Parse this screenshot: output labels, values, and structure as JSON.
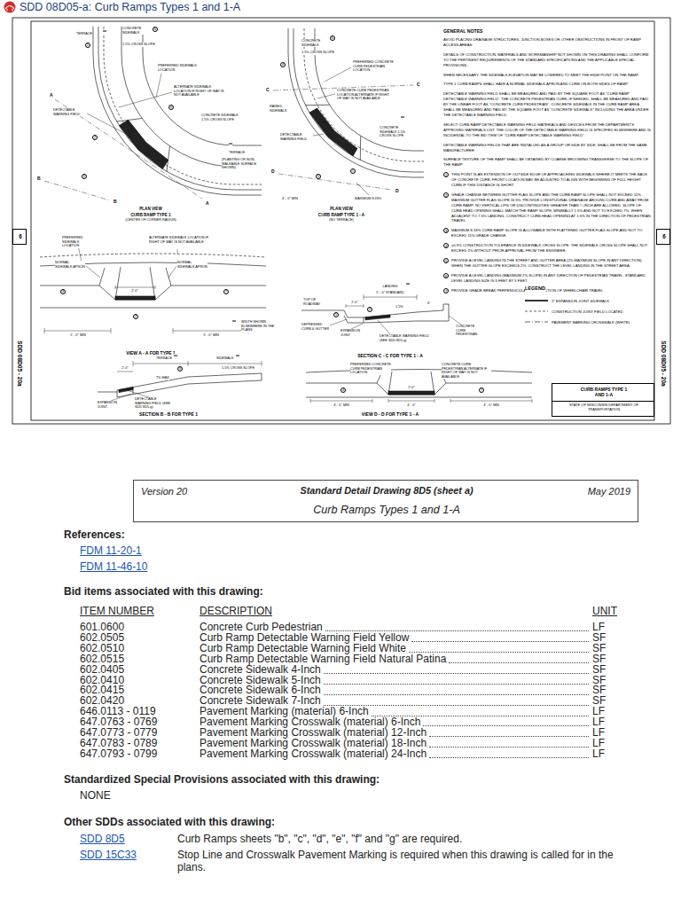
{
  "diagram": {
    "title": "SDD 08D05-a: Curb Ramps Types 1 and 1-A",
    "nodes": [
      {
        "text": [
          "6"
        ]
      },
      {
        "text": [
          "6"
        ]
      },
      {
        "text": [
          "CURB RAMPS TYPE 1 AND 1-A",
          "STATE OF WISCONSIN DEPARTMENT OF TRANSPORTATION"
        ]
      },
      {
        "text": [
          "Version 20",
          "Standard Detail Drawing 8D5 (sheet a)",
          "May 2019",
          "Curb Ramps Types 1 and 1-A"
        ]
      }
    ],
    "labels": [
      "GENERAL NOTES",
      "AVOID PLACING DRAINAGE STRUCTURES, JUNCTION BOXES OR OTHER OBSTRUCTIONS IN FRONT OF RAMP ACCESS AREAS.",
      "DETAILS OF CONSTRUCTION, MATERIALS AND WORKMANSHIP NOT SHOWN ON THIS DRAWING SHALL CONFORM TO THE PERTINENT REQUIREMENTS OF THE STANDARD SPECIFICATIONS AND THE APPLICABLE SPECIAL PROVISIONS.",
      "WHEN NECESSARY, THE SIDEWALK ELEVATION MAY BE LOWERED TO MEET THE HIGH POINT ON THE RAMP.",
      "TYPE 1 CURB RAMPS SHALL HAVE A NORMAL SIDEWALK APRON AND CURB ON BOTH SIDES OF RAMP.",
      "DETECTABLE WARNING FIELD SHALL BE MEASURED AND PAID BY THE SQUARE FOOT AS \"CURB RAMP DETECTABLE WARNING FIELD\". THE CONCRETE PEDESTRIAN CURB, IF NEEDED, SHALL BE MEASURED AND PAID BY THE LINEAR FOOT AS \"CONCRETE CURB PEDESTRIAN\". CONCRETE SIDEWALK IN THE CURB RAMP AREA SHALL BE MEASURED AND PAID BY THE SQUARE FOOT AS \"CONCRETE SIDEWALK\" INCLUDING THE AREA UNDER THE DETECTABLE WARNING FIELD.",
      "SELECT CURB RAMP DETECTABLE WARNING FIELD MATERIALS AND DEVICES FROM THE DEPARTMENT'S APPROVED MATERIALS LIST. THE COLOR OF THE DETECTABLE WARNING FIELD IS SPECIFIED ELSEWHERE AND IS INCIDENTAL TO THE BID ITEM OF \"CURB RAMP DETECTABLE WARNING FIELD\".",
      "DETECTABLE WARNING FIELDS THAT ARE INSTALLED AS A GROUP OR SIDE BY SIDE, SHALL BE FROM THE SAME MANUFACTURER.",
      "SURFACE TEXTURE OF THE RAMP SHALL BE OBTAINED BY COARSE BROOMING TRANSVERSE TO THE SLOPE OF THE RAMP.",
      "1",
      "THIS POINT IS AN EXTENSION OF OUTSIDE EDGE OF APPROACHING SIDEWALK WHERE IT MEETS THE BACK OF CONCRETE CURB. FRONT LOCATION MAY BE ADJUSTED TO ALIGN WITH BEGINNING OF FULL HEIGHT CURB IF THIS DISTANCE IS SHORT.",
      "2",
      "GRADE CHANGE BETWEEN GUTTER FLAG SLOPE AND THE CURB RAMP SLOPE SHALL NOT EXCEED 11%. MAXIMUM GUTTER FLAG SLOPE IS 5%. PROVIDE LONGITUDINAL DRAINAGE AROUND CURB AND AWAY FROM CURB RAMP. NO VERTICAL LIPS OR DISCONTINUITIES GREATER THAN ¼-INCH ARE ALLOWED. SLOPE OF CURB HEAD OPENING SHALL MATCH THE RAMP SLOPE, MINIMALLY 1.5% AND NOT TO EXCEED 7%. WHEN ADJACENT TO 7.5% LANDING, CONSTRUCT CURB HEAD OPENING AT 1.5% IN THE DIRECTION OF PEDESTRIAN TRAVEL.",
      "3",
      "MAXIMUM 8.33% CURB RAMP SLOPE IS ALLOWABLE WITH FLATTENED GUTTER FLAG SLOPE AND NOT TO EXCEED 11% GRADE CHANGE.",
      "4",
      "±0.5% CONSTRUCTION TOLERANCE IN SIDEWALK CROSS SLOPE. THE SIDEWALK CROSS SLOPE SHALL NOT EXCEED 2% WITHOUT PRIOR APPROVAL FROM THE ENGINEER.",
      "5",
      "PROVIDE A LEVEL LANDING IN THE STREET AND GUTTER AREA (2% MAXIMUM SLOPE IN ANY DIRECTION). WHEN THE GUTTER SLOPE EXCEEDS 2%, CONSTRUCT THE LEVEL LANDING IN THE STREET AREA.",
      "6",
      "PROVIDE A LEVEL LANDING (MAXIMUM 2% SLOPE) IN ANY DIRECTION OF PEDESTRIAN TRAVEL. STANDARD LEVEL LANDING SIZE IS 5 FEET BY 5 FEET.",
      "7",
      "PROVIDE GRADE BREAK PERPENDICULAR TO DIRECTION OF WHEELCHAIR TRAVEL.",
      "SDD 08D05 - 20a",
      "SDD 08D05 - 20a",
      "TERRACE",
      "**",
      "CONCRETE SIDEWALK",
      "6",
      "1.5% CROSS SLOPE",
      "PREFERRED SIDEWALK LOCATION",
      "ALTERNATE SIDEWALK LOCATION IF RIGHT OF WAY IS NOT AVAILABLE",
      "1",
      "DETECTABLE WARNING FIELD",
      "3",
      "CONCRETE SIDEWALK 1.5% CROSS SLOPE",
      "2",
      "**",
      "TERRACE",
      "(PLANTING OR NON-WALKABLE SURFACE SHOWN)",
      "5",
      "A",
      "A",
      "B",
      "B",
      "PLAN VIEW",
      "CURB RAMP TYPE 1",
      "(CENTER OF CORNER RADIUS)",
      "CONCRETE SIDEWALK",
      "6",
      "1.5% CROSS SLOPE",
      "PREFERRED CONCRETE CURB PEDESTRIAN LOCATION",
      "4",
      "CONCRETE CURB PEDESTRIAN LOCATION ALTERNATE IF RIGHT OF WAY IS NOT AVAILABLE",
      "RAISED SIDEWALK",
      "DETECTABLE WARNING FIELD",
      "CONCRETE SIDEWALK 1.5% CROSS SLOPE",
      "**",
      "1",
      "5",
      "4' - 0\" MIN",
      "MAXIMUM 8.33%",
      "C",
      "C",
      "D",
      "D",
      "PLAN VIEW",
      "CURB RAMP TYPE 1 - A",
      "(NO TERRACE)",
      "PREFERRED SIDEWALK LOCATION",
      "ALTERNATE SIDEWALK LOCATION IF RIGHT OF WAY IS NOT AVAILABLE",
      "NORMAL SIDEWALK APRON",
      "NORMAL SIDEWALK APRON",
      "3",
      "7",
      "2'-0\"",
      "2",
      "5' - 0\" MIN",
      "5' - 0\" MIN",
      "VIEW A - A FOR TYPE 1",
      "**",
      "WIDTH SHOWN ELSEWHERE IN THE PLANS",
      "LANDING",
      "**",
      "5' - 0\" STANDARD",
      "TOP OF ROADWAY",
      "2'-0\"",
      "1.5%",
      "5",
      "DEPRESSED CURB & GUTTER",
      "EXPANSION JOINT",
      "2",
      "DETECTABLE WARNING FIELD (SEE SDD 8D5-g)",
      "6\"",
      "CONCRETE CURB PEDESTRIAN",
      "SECTION C - C FOR TYPE 1 - A",
      "LEGEND",
      "TERRACE",
      "**",
      "SIDEWALK",
      "**",
      "1.5% CROSS SLOPE",
      "7% MAX",
      "2'-0\"",
      "3",
      "DETECTABLE WARNING FIELD (SEE SDD 8D5-g)",
      "EXPANSION JOINT",
      "SECTION B - B FOR TYPE 1",
      "PREFERRED CONCRETE CURB PEDESTRIAN LOCATION",
      "CONCRETE CURB PEDESTRIAN ALTERNATE IF RIGHT OF WAY IS NOT AVAILABLE",
      "2'-0\"",
      "4",
      "7",
      "4' - 0\" MIN",
      "4' - 0\"",
      "4' - 0\" MIN",
      "VIEW D - D FOR TYPE 1 - A",
      "References:",
      "FDM 11-20-1",
      "FDM 11-46-10",
      "Bid items associated with this drawing:",
      "ITEM NUMBER",
      "DESCRIPTION",
      "UNIT",
      "601.0600",
      "Concrete Curb Pedestrian",
      "LF",
      "602.0505",
      "Curb Ramp Detectable Warning Field Yellow",
      "SF",
      "602.0510",
      "Curb Ramp Detectable Warning Field White",
      "SF",
      "602.0515",
      "Curb Ramp Detectable Warning Field Natural Patina",
      "SF",
      "602.0405",
      "Concrete Sidewalk 4-Inch",
      "SF",
      "602.0410",
      "Concrete Sidewalk 5-Inch",
      "SF",
      "602.0415",
      "Concrete Sidewalk 6-Inch",
      "SF",
      "602.0420",
      "Concrete Sidewalk 7-Inch",
      "SF",
      "646.0113 - 0119",
      "Pavement Marking (material) 6-Inch",
      "LF",
      "647.0763 - 0769",
      "Pavement Marking Crosswalk (material) 6-Inch",
      "LF",
      "647.0773 - 0779",
      "Pavement Marking Crosswalk (material) 12-Inch",
      "LF",
      "647.0783 - 0789",
      "Pavement Marking Crosswalk (material) 18-Inch",
      "LF",
      "647.0793 - 0799",
      "Pavement Marking Crosswalk (material) 24-Inch",
      "LF",
      "Standardized Special Provisions associated with this drawing:",
      "NONE",
      "Other SDDs associated with this drawing:",
      "SDD 8D5",
      "Curb Ramps sheets \"b\", \"c\", \"d\", \"e\", \"f\" and \"g\" are required.",
      "SDD 15C33",
      "Stop Line and Crosswalk Pavement Marking is required when this drawing is called for in the plans."
    ],
    "legend": [
      {
        "text": "2\" EXPANSION JOINT SIDEWALK"
      },
      {
        "text": "CONSTRUCTION JOINT FIELD LOCATED"
      },
      {
        "text": "PAVEMENT MARKING CROSSWALK (WHITE)"
      }
    ]
  }
}
